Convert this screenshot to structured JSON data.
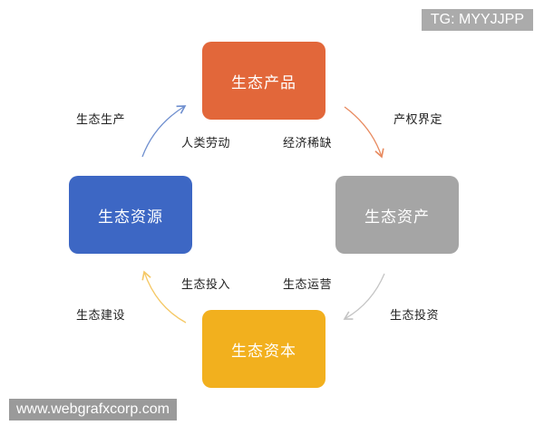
{
  "nodes": {
    "products": {
      "label": "生态产品",
      "color": "#e2673a"
    },
    "assets": {
      "label": "生态资产",
      "color": "#a5a5a5"
    },
    "capital": {
      "label": "生态资本",
      "color": "#f2b01e"
    },
    "resources": {
      "label": "生态资源",
      "color": "#3d67c4"
    }
  },
  "edge_labels": {
    "eco_production": "生态生产",
    "human_labor": "人类劳动",
    "scarcity": "经济稀缺",
    "property_rights": "产权界定",
    "eco_input": "生态投入",
    "eco_operation": "生态运营",
    "eco_construction": "生态建设",
    "eco_investment": "生态投资"
  },
  "arrows": {
    "resources_to_products": {
      "color": "#6f8fcf"
    },
    "products_to_assets": {
      "color": "#e88a5f"
    },
    "assets_to_capital": {
      "color": "#c4c4c4"
    },
    "capital_to_resources": {
      "color": "#f5c865"
    }
  },
  "watermarks": {
    "tg": "TG: MYYJJPP",
    "site": "www.webgrafxcorp.com"
  }
}
